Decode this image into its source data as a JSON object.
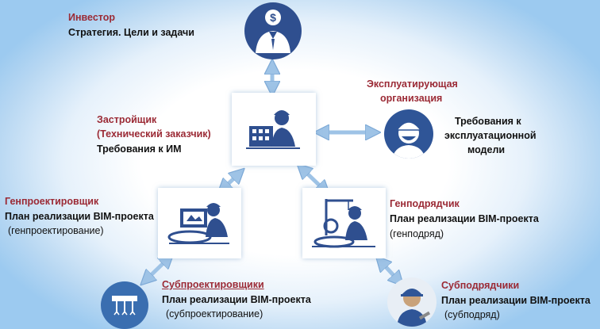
{
  "investor": {
    "role": "Инвестор",
    "desc": "Стратегия. Цели и задачи"
  },
  "developer": {
    "role_line1": "Застройщик",
    "role_line2": "(Технический заказчик)",
    "desc": "Требования к ИМ"
  },
  "operator": {
    "role_line1": "Эксплуатирующая",
    "role_line2": "организация",
    "desc_line1": "Требования к",
    "desc_line2": "эксплуатационной",
    "desc_line3": "модели"
  },
  "general_designer": {
    "role": "Генпроектировщик",
    "desc": "План реализации  BIM-проекта",
    "sub": "(генпроектирование)"
  },
  "general_contractor": {
    "role": "Генподрядчик",
    "desc": "План реализации BIM-проекта",
    "sub": "(генподряд)"
  },
  "subdesigners": {
    "role": "Субпроектировщики",
    "desc": "План реализации BIM-проекта",
    "sub": "(субпроектирование)"
  },
  "subcontractors": {
    "role": "Субподрядчики",
    "desc": "План реализации  BIM-проекта",
    "sub": "(субподряд)"
  },
  "colors": {
    "role_text": "#9b2a35",
    "icon_navy": "#2f4f8f",
    "arrow": "#9ec3e6"
  }
}
